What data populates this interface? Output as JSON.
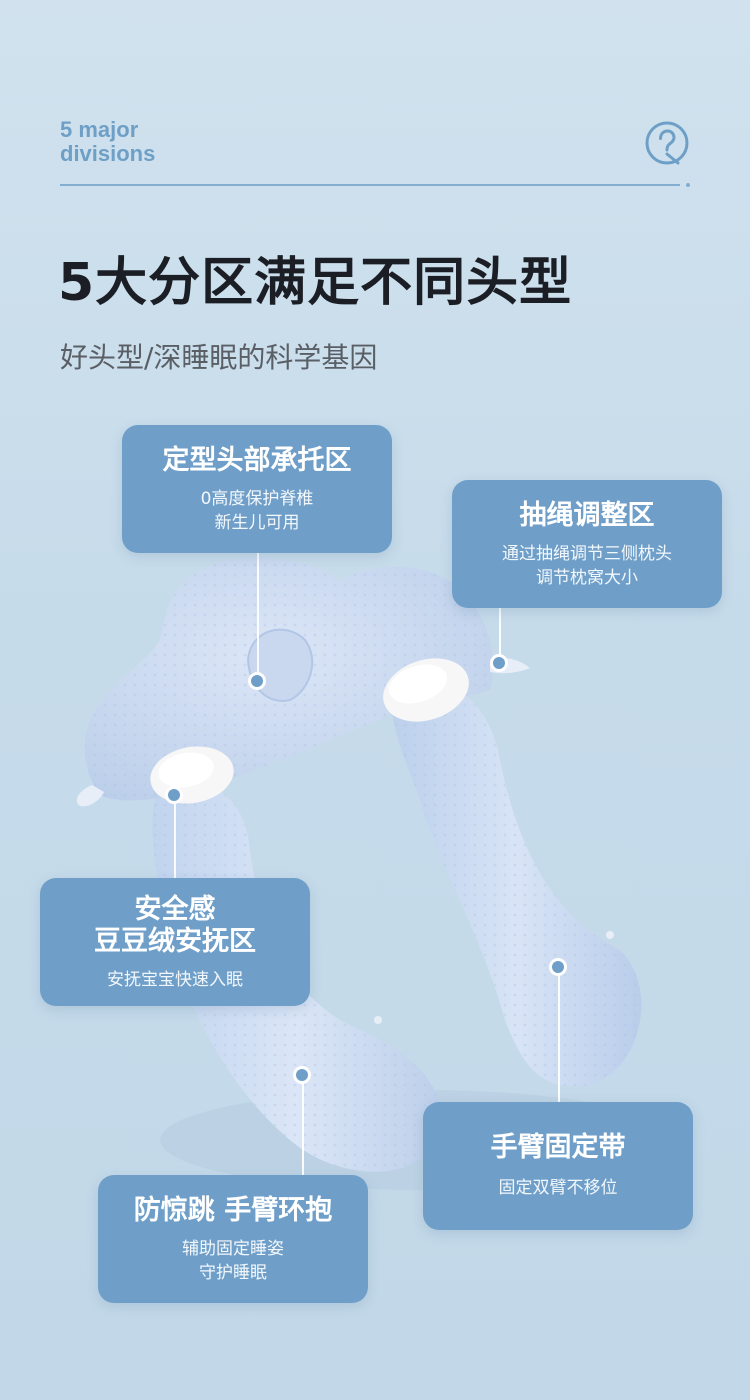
{
  "header": {
    "en_line1": "5 major",
    "en_line2": "divisions",
    "icon": "question-circle-icon",
    "title": "5大分区满足不同头型",
    "subtitle": "好头型/深睡眠的科学基因"
  },
  "colors": {
    "accent": "#6f9fc9",
    "header_accent": "#6e9fc6",
    "background": "#c6dbea",
    "title": "#1b1e24"
  },
  "zones": [
    {
      "title_lines": [
        "定型头部承托区"
      ],
      "desc_lines": [
        "0高度保护脊椎",
        "新生儿可用"
      ]
    },
    {
      "title_lines": [
        "抽绳调整区"
      ],
      "desc_lines": [
        "通过抽绳调节三侧枕头",
        "调节枕窝大小"
      ]
    },
    {
      "title_lines": [
        "安全感",
        "豆豆绒安抚区"
      ],
      "desc_lines": [
        "安抚宝宝快速入眠"
      ]
    },
    {
      "title_lines": [
        "手臂固定带"
      ],
      "desc_lines": [
        "固定双臂不移位"
      ]
    },
    {
      "title_lines": [
        "防惊跳 手臂环抱"
      ],
      "desc_lines": [
        "辅助固定睡姿",
        "守护睡眠"
      ]
    }
  ]
}
